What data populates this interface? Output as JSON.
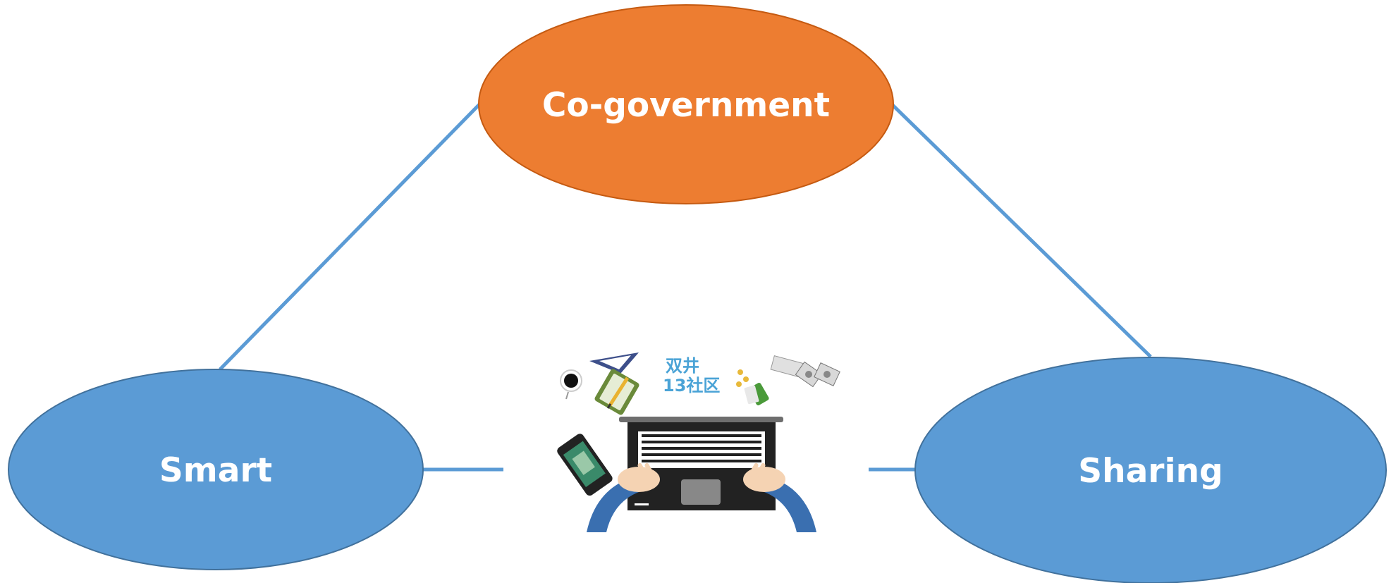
{
  "nodes": {
    "top": {
      "label": "Co-government",
      "color": "#ED7D31",
      "stroke": "#C55A11"
    },
    "left": {
      "label": "Smart",
      "color": "#5B9BD5",
      "stroke": "#41719C"
    },
    "right": {
      "label": "Sharing",
      "color": "#5B9BD5",
      "stroke": "#41719C"
    }
  },
  "connector_color": "#5B9BD5",
  "center_image": {
    "logo_line1": "双井",
    "logo_line2": "13社区"
  }
}
